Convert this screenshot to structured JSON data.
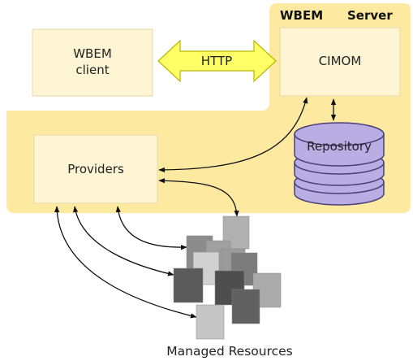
{
  "server": {
    "title_left": "WBEM",
    "title_right": "Server"
  },
  "client": {
    "line1": "WBEM",
    "line2": "client"
  },
  "http": {
    "label": "HTTP"
  },
  "cimom": {
    "label": "CIMOM"
  },
  "providers": {
    "label": "Providers"
  },
  "repository": {
    "label": "Repository"
  },
  "resources": {
    "caption": "Managed Resources"
  },
  "colors": {
    "server_area": "#fde9a0",
    "box_fill": "#fdf5d4",
    "box_stroke": "#e6d9a5",
    "http_arrow": "#ffff66",
    "http_arrow_stroke": "#b8b800",
    "repository_fill": "#b9aee3",
    "repository_stroke": "#4a3f7a"
  }
}
